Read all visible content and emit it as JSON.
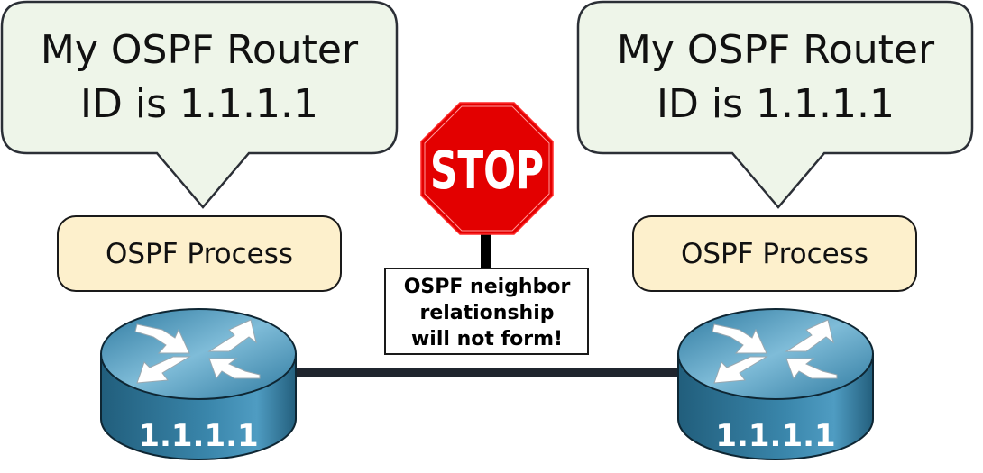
{
  "colors": {
    "bubble_fill": "#eef5e9",
    "bubble_stroke": "#2b2f36",
    "process_fill": "#fdf0cc",
    "stop_red": "#e30000",
    "link": "#1f252e",
    "router_top": "#4a93b7",
    "router_side": "#2f6f8f"
  },
  "left": {
    "bubble": {
      "line1": "My OSPF Router",
      "line2": "ID is 1.1.1.1"
    },
    "process_label": "OSPF Process",
    "router_label": "1.1.1.1"
  },
  "right": {
    "bubble": {
      "line1": "My OSPF Router",
      "line2": "ID is 1.1.1.1"
    },
    "process_label": "OSPF Process",
    "router_label": "1.1.1.1"
  },
  "stop_sign": {
    "text": "STOP",
    "notice": [
      "OSPF neighbor",
      "relationship",
      "will not form!"
    ]
  }
}
